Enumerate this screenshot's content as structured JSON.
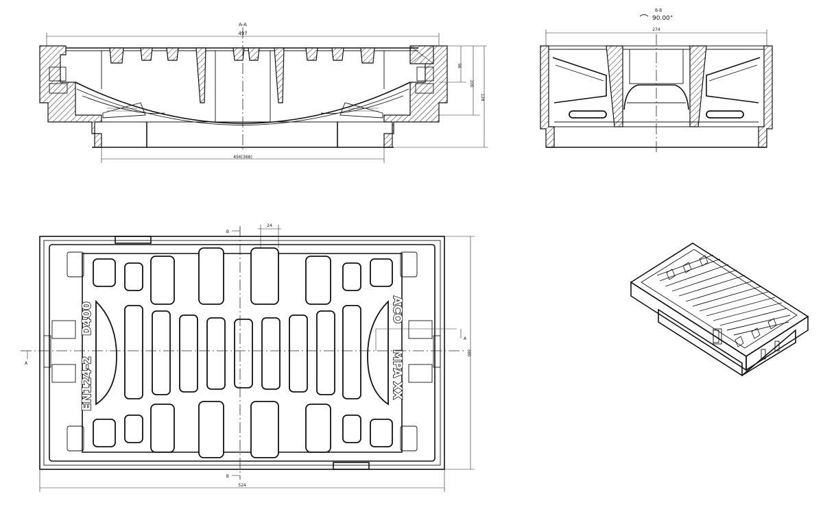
{
  "section_aa": {
    "label": "A-A",
    "dim_top": "497",
    "dim_depth_inner": "56",
    "dim_depth_mid": "100",
    "dim_depth_total": "128",
    "dim_bottom": "456(368)"
  },
  "section_bb": {
    "label": "B-B",
    "angle": "90.00°",
    "dim_top": "274"
  },
  "plan": {
    "cut_a_left": "A",
    "cut_a_right": "A",
    "cut_b_top": "B",
    "cut_b_bottom": "B",
    "dim_slot": "24",
    "dim_height": "380",
    "dim_width": "524",
    "marking_left": [
      "EN124-2",
      "D400"
    ],
    "marking_right": [
      "ACO",
      "MPA XX"
    ]
  }
}
